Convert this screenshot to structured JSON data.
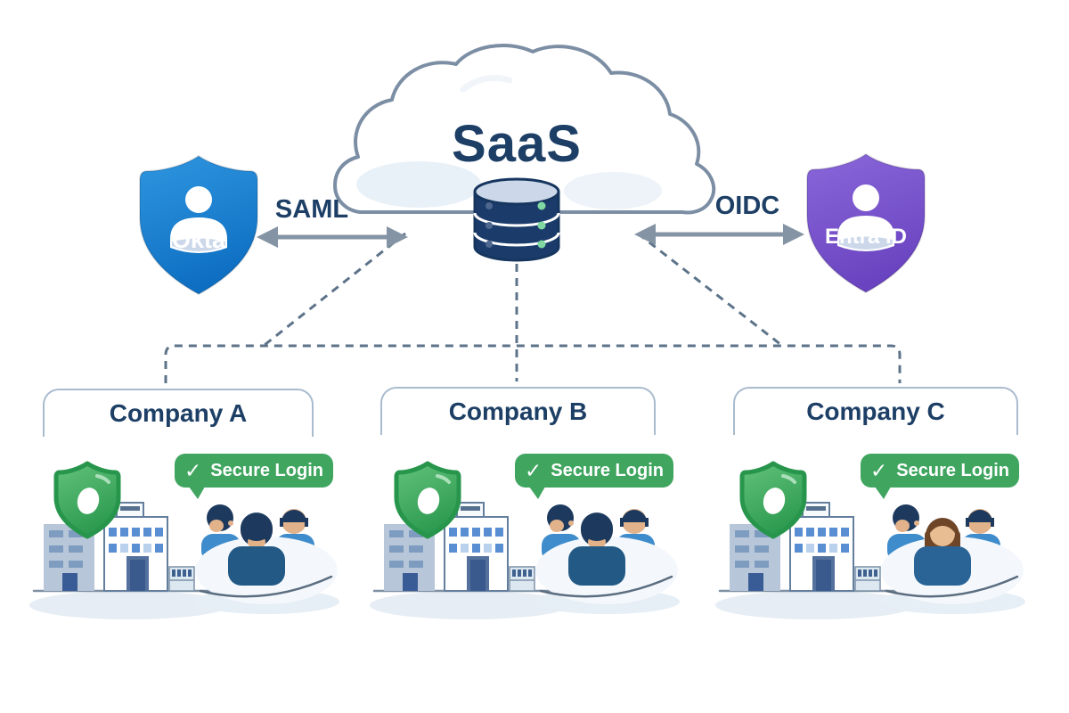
{
  "cloud_label": "SaaS",
  "providers": [
    {
      "name": "Okta",
      "protocol": "SAML"
    },
    {
      "name": "Entra ID",
      "protocol": "OIDC"
    }
  ],
  "companies": [
    {
      "name": "Company A",
      "badge_label": "Secure Login"
    },
    {
      "name": "Company B",
      "badge_label": "Secure Login"
    },
    {
      "name": "Company C",
      "badge_label": "Secure Login"
    }
  ],
  "icons": {
    "check": "✓"
  },
  "colors": {
    "navy_text": "#1d3f66",
    "okta_shield_blue": "#1585d6",
    "entra_shield_purple": "#7a57ce",
    "secure_shield_green": "#2f9e53",
    "badge_green": "#3fa55f",
    "database_navy": "#1b3c6b",
    "database_dot_green": "#7fd9a0",
    "arrow_gray": "#8494a4",
    "dashed_line": "#5d7389",
    "box_border": "#a9bbcf",
    "cloud_outline": "#7c8ea4",
    "building_blue": "#b7c7d9",
    "window_blue": "#5a8ed2",
    "people_shirt_blue": "#3e8ccb",
    "skin_tone": "#e2b28a",
    "hair_navy": "#1d3a5e",
    "hair_brown": "#6f4527"
  }
}
